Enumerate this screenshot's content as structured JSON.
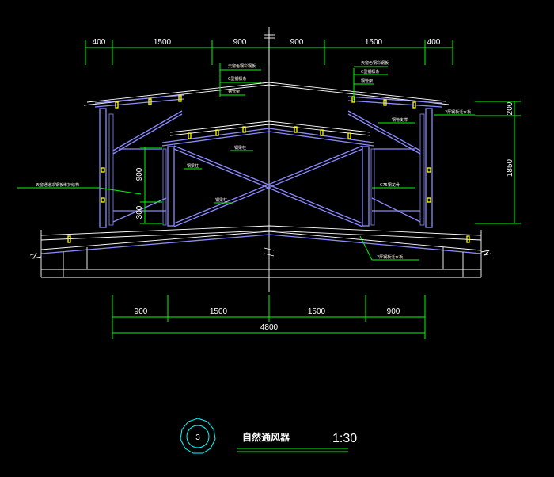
{
  "drawing": {
    "top_dims": [
      "400",
      "1500",
      "900",
      "900",
      "1500",
      "400"
    ],
    "bottom_dims": [
      "900",
      "1500",
      "1500",
      "900"
    ],
    "bottom_total": "4800",
    "right_dims": [
      "200",
      "1850"
    ],
    "left_dims": [
      "900",
      "300"
    ],
    "callouts": {
      "top_left": [
        "天窗色钢彩钢板",
        "C型钢檩条",
        "钢管架"
      ],
      "top_right": [
        "天窗色钢彩钢板",
        "C型钢檩条",
        "钢管架"
      ],
      "right": [
        "2厚钢板泛水板",
        "钢管支撑",
        "C75钢龙骨"
      ],
      "left": [
        "天窗通道采钢板维护结构",
        "钢梁柱",
        "钢梁柱",
        "钢梁柱"
      ],
      "bottom_right": "2厚钢板泛水板"
    },
    "detail_number": "3",
    "detail_title": "自然通风器",
    "scale": "1:30"
  }
}
